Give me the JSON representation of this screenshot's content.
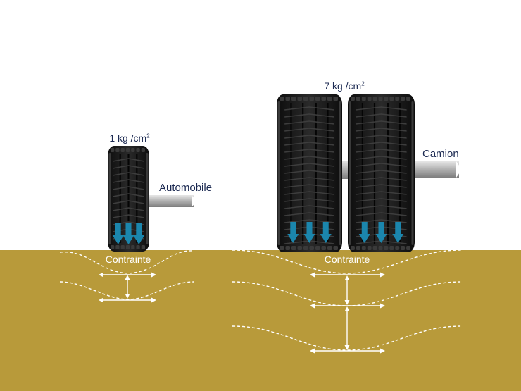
{
  "colors": {
    "soil": "#b89a3a",
    "tire": "#1c1c1c",
    "tread": "#3a3a3a",
    "arrow": "#1b86ad",
    "axle": "#b0b0b0",
    "label": "#1c2a52",
    "stress_line": "#ffffff"
  },
  "automobile": {
    "pressure_value": "1 kg /cm",
    "pressure_exp": "2",
    "vehicle_label": "Automobile",
    "stress_label": "Contrainte",
    "wheel_count": 1,
    "load_arrows_per_wheel": 3,
    "stress_depth_levels": 2
  },
  "camion": {
    "pressure_value": "7 kg /cm",
    "pressure_exp": "2",
    "vehicle_label": "Camion",
    "stress_label": "Contrainte",
    "wheel_count": 2,
    "load_arrows_per_wheel": 3,
    "stress_depth_levels": 3
  },
  "icons": {
    "wheel": "tire-icon",
    "load": "down-arrow-icon",
    "axle": "axle-icon"
  }
}
